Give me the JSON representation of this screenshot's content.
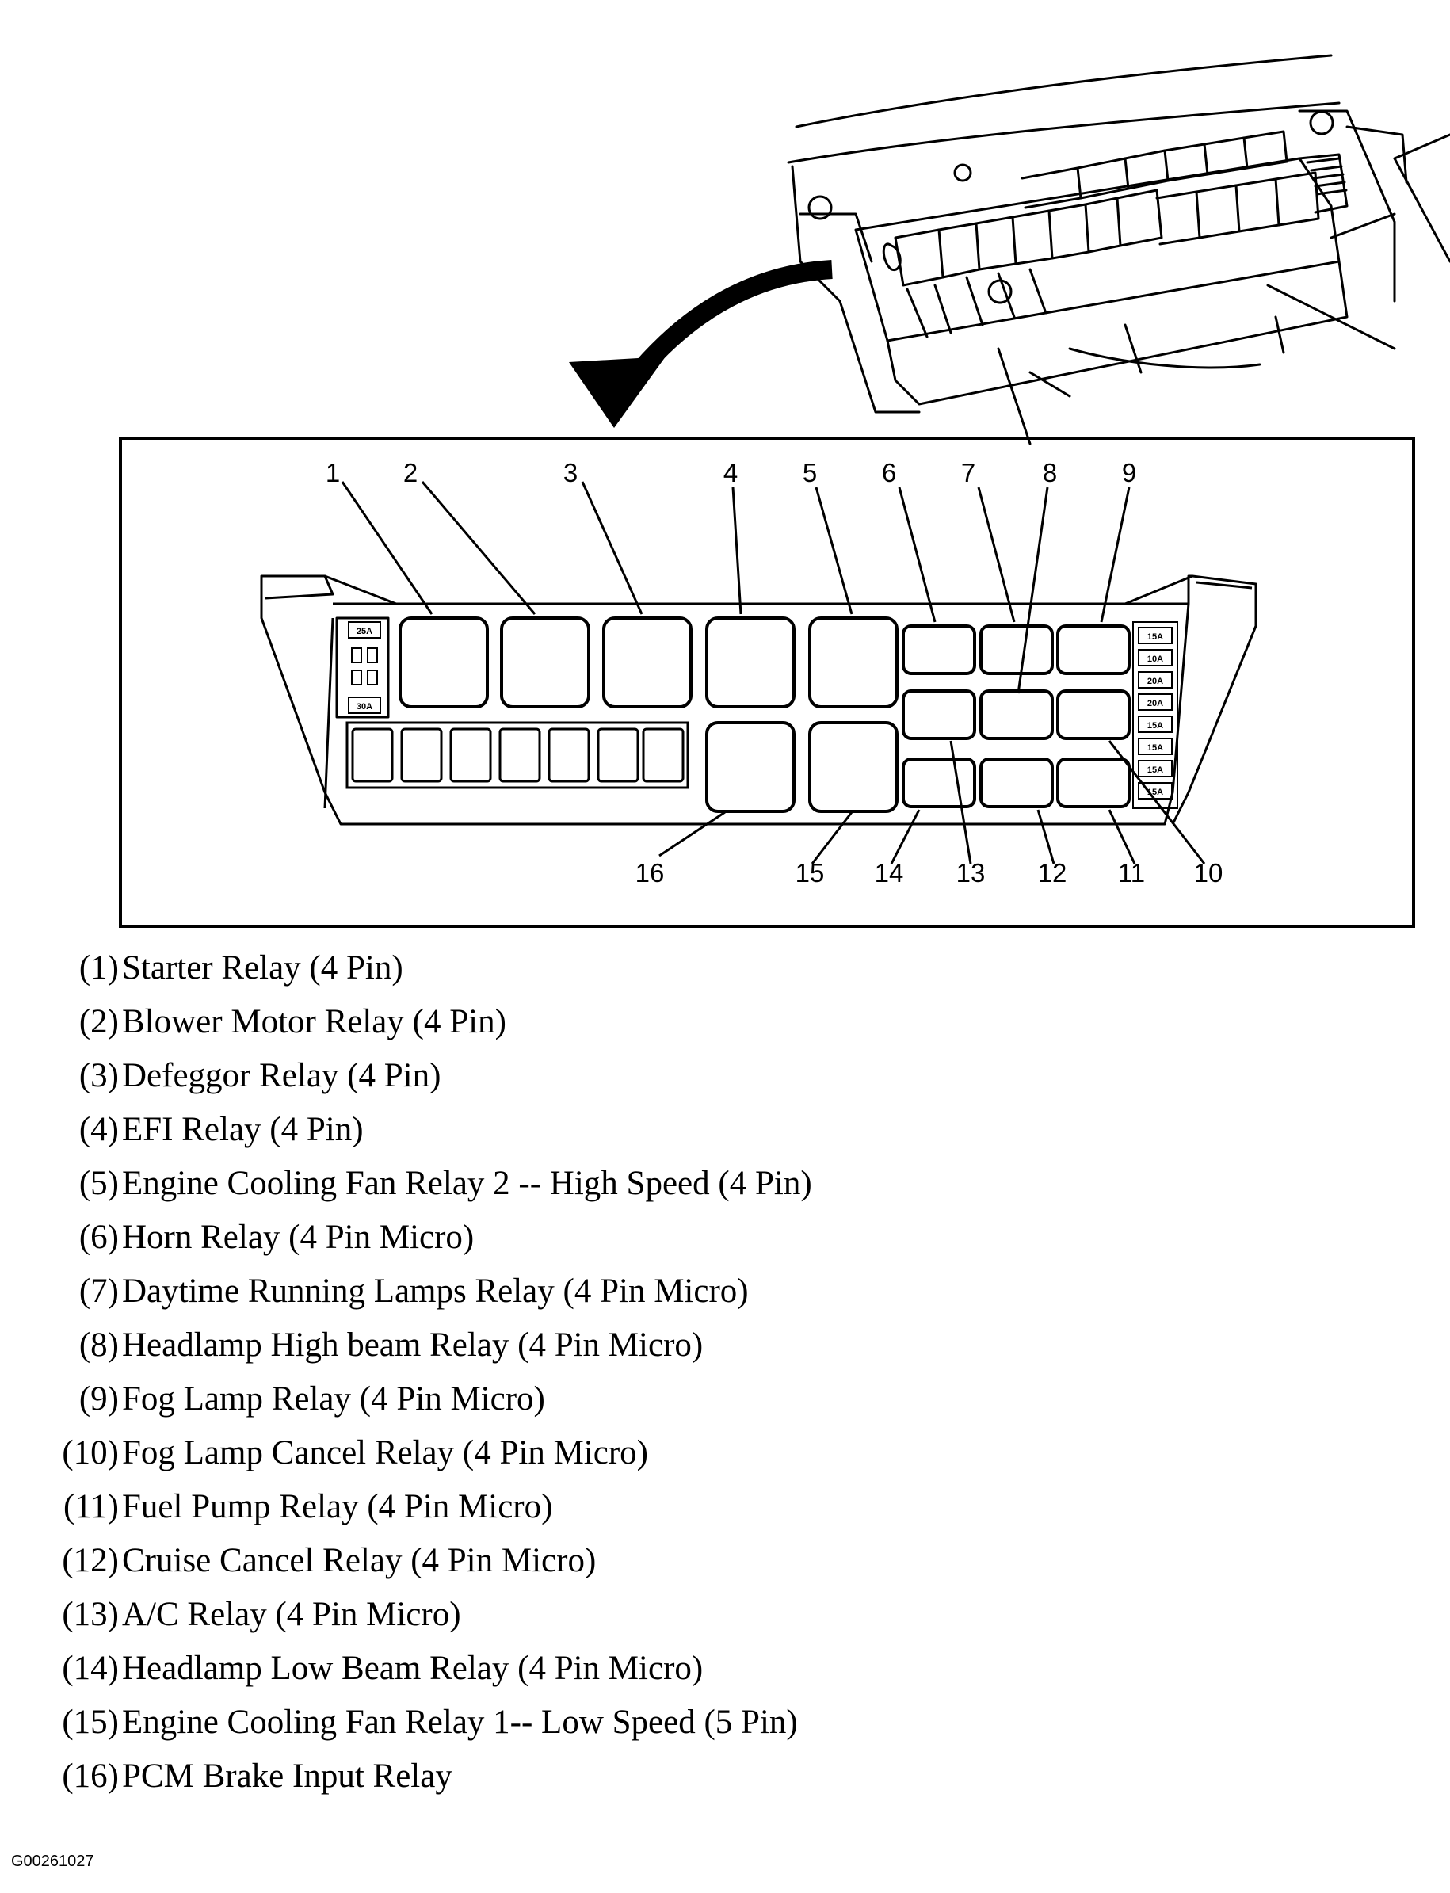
{
  "callouts": [
    "1",
    "2",
    "3",
    "4",
    "5",
    "6",
    "7",
    "8",
    "9",
    "10",
    "11",
    "12",
    "13",
    "14",
    "15",
    "16"
  ],
  "fuse_labels_left": [
    "25A",
    "30A"
  ],
  "fuse_labels_right": [
    "15A",
    "10A",
    "20A",
    "20A",
    "15A",
    "15A",
    "15A",
    "15A"
  ],
  "legend": [
    {
      "num": "(1)",
      "text": "Starter Relay (4 Pin)"
    },
    {
      "num": "(2)",
      "text": "Blower Motor Relay (4 Pin)"
    },
    {
      "num": "(3)",
      "text": "Defeggor Relay (4 Pin)"
    },
    {
      "num": "(4)",
      "text": "EFI Relay (4 Pin)"
    },
    {
      "num": "(5)",
      "text": "Engine Cooling Fan Relay 2 -- High Speed (4 Pin)"
    },
    {
      "num": "(6)",
      "text": "Horn Relay (4 Pin Micro)"
    },
    {
      "num": "(7)",
      "text": "Daytime Running Lamps Relay (4 Pin Micro)"
    },
    {
      "num": "(8)",
      "text": "Headlamp High beam Relay (4 Pin Micro)"
    },
    {
      "num": "(9)",
      "text": "Fog Lamp Relay (4 Pin Micro)"
    },
    {
      "num": "(10)",
      "text": "Fog Lamp Cancel Relay (4 Pin Micro)"
    },
    {
      "num": "(11)",
      "text": "Fuel Pump Relay (4 Pin Micro)"
    },
    {
      "num": "(12)",
      "text": "Cruise Cancel Relay (4 Pin Micro)"
    },
    {
      "num": "(13)",
      "text": "A/C Relay (4 Pin Micro)"
    },
    {
      "num": "(14)",
      "text": "Headlamp Low Beam Relay (4 Pin Micro)"
    },
    {
      "num": "(15)",
      "text": "Engine Cooling Fan Relay 1-- Low Speed (5 Pin)"
    },
    {
      "num": "(16)",
      "text": "PCM Brake Input Relay"
    }
  ],
  "figure_id": "G00261027"
}
